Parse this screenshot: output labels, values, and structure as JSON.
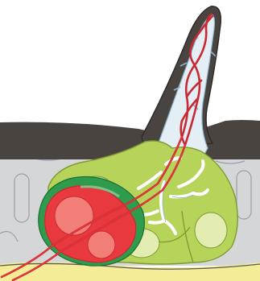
{
  "diagram": {
    "colors": {
      "background": "#ffffff",
      "dark_layer": "#4a4441",
      "grey_tissue": "#d5d6d8",
      "cell_outline": "#9c9ea2",
      "fluid_blue": "#e4eef5",
      "fluid_outline": "#8fb2c8",
      "yellow_green_mass": "#b6d35a",
      "yellow_green_dark": "#7f9a34",
      "green_nodule": "#e3ecb1",
      "dark_green_sheath": "#2e9c4c",
      "red_body": "#e8393e",
      "red_nodule": "#f27e78",
      "red_stroke": "#c82a34",
      "yellow_base": "#f4ec96",
      "outline": "#3a3a3a"
    },
    "elements": [
      "horn-projection",
      "dark-surface-layer",
      "grey-tissue-layer",
      "yellow-green-lobed-mass",
      "red-nodular-body",
      "red-vessels",
      "white-branching-ducts",
      "yellow-base-layer"
    ]
  }
}
